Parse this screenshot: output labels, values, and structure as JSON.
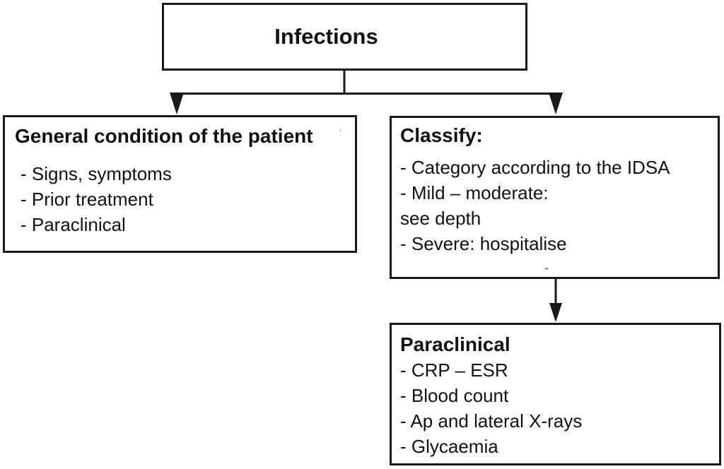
{
  "diagram": {
    "type": "flowchart",
    "colors": {
      "border": "#1a1a1a",
      "text": "#111111",
      "background": "#ffffff",
      "connector": "#1a1a1a"
    },
    "boxes": {
      "root": {
        "title": "Infections"
      },
      "general": {
        "title": "General condition of the patient",
        "items": [
          "- Signs, symptoms",
          "- Prior treatment",
          "- Paraclinical"
        ]
      },
      "classify": {
        "title": "Classify:",
        "items": [
          "- Category according to the IDSA",
          "- Mild – moderate:",
          "see depth",
          "- Severe: hospitalise"
        ]
      },
      "paraclinical": {
        "title": "Paraclinical",
        "items": [
          "- CRP – ESR",
          "- Blood count",
          "- Ap and lateral X-rays",
          "- Glycaemia"
        ]
      }
    },
    "edges": [
      "Infections -> General condition of the patient",
      "Infections -> Classify:",
      "Classify: -> Paraclinical"
    ],
    "artifacts": {
      "quote_mark": "'",
      "dash_mark": "-"
    }
  }
}
